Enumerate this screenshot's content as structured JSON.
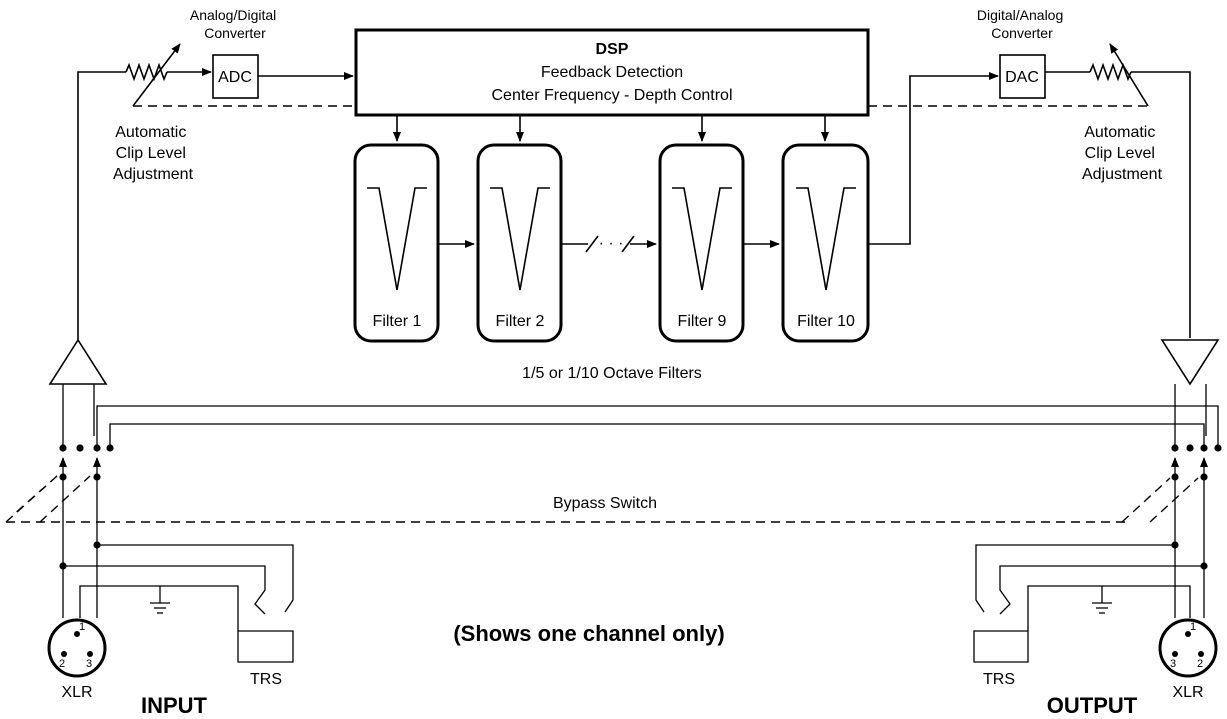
{
  "adc": {
    "caption_line1": "Analog/Digital",
    "caption_line2": "Converter",
    "label": "ADC"
  },
  "dac": {
    "caption_line1": "Digital/Analog",
    "caption_line2": "Converter",
    "label": "DAC"
  },
  "dsp": {
    "title": "DSP",
    "line1": "Feedback Detection",
    "line2": "Center Frequency - Depth Control"
  },
  "clip_left": {
    "line1": "Automatic",
    "line2": "Clip Level",
    "line3": "Adjustment"
  },
  "clip_right": {
    "line1": "Automatic",
    "line2": "Clip Level",
    "line3": "Adjustment"
  },
  "filters": [
    {
      "label": "Filter 1"
    },
    {
      "label": "Filter 2"
    },
    {
      "label": "Filter 9"
    },
    {
      "label": "Filter 10"
    }
  ],
  "filter_caption": "1/5 or 1/10 Octave Filters",
  "bypass_label": "Bypass Switch",
  "note": "(Shows one channel only)",
  "input": {
    "connector_label": "XLR",
    "trs_label": "TRS",
    "section_label": "INPUT",
    "pins": [
      "1",
      "2",
      "3"
    ]
  },
  "output": {
    "connector_label": "XLR",
    "trs_label": "TRS",
    "section_label": "OUTPUT",
    "pins": [
      "1",
      "3",
      "2"
    ]
  }
}
